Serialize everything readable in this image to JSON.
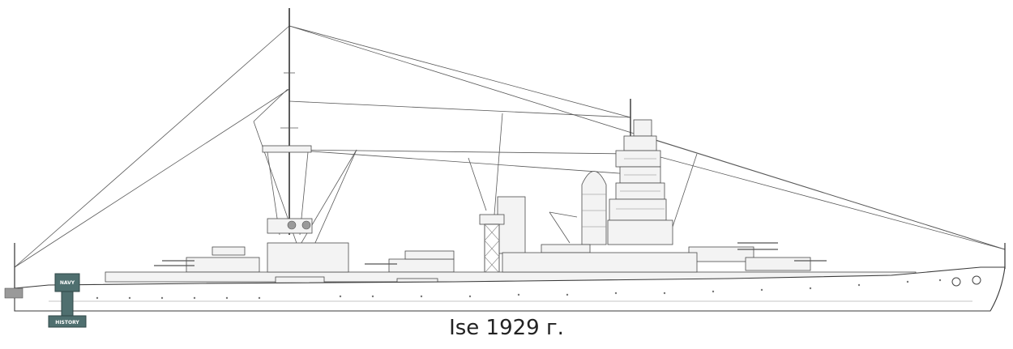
{
  "caption": "Ise 1929 г.",
  "logo": {
    "top_text": "NAVY",
    "bottom_text": "HISTORY"
  },
  "colors": {
    "line": "#4a4a4a",
    "logo": "#4f6f6f"
  }
}
